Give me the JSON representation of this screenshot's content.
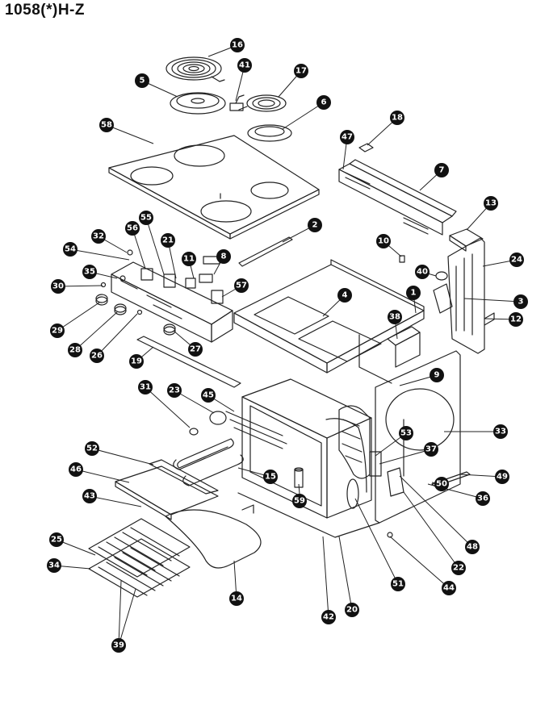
{
  "title": "1058(*)H-Z",
  "callouts": [
    "1",
    "2",
    "3",
    "4",
    "5",
    "6",
    "7",
    "8",
    "9",
    "10",
    "11",
    "12",
    "13",
    "14",
    "15",
    "16",
    "17",
    "18",
    "19",
    "20",
    "21",
    "22",
    "23",
    "24",
    "25",
    "26",
    "27",
    "28",
    "29",
    "30",
    "31",
    "32",
    "33",
    "34",
    "35",
    "36",
    "37",
    "38",
    "39",
    "40",
    "41",
    "42",
    "43",
    "44",
    "45",
    "46",
    "47",
    "48",
    "49",
    "50",
    "51",
    "52",
    "53",
    "54",
    "55",
    "56",
    "57",
    "58",
    "59"
  ]
}
